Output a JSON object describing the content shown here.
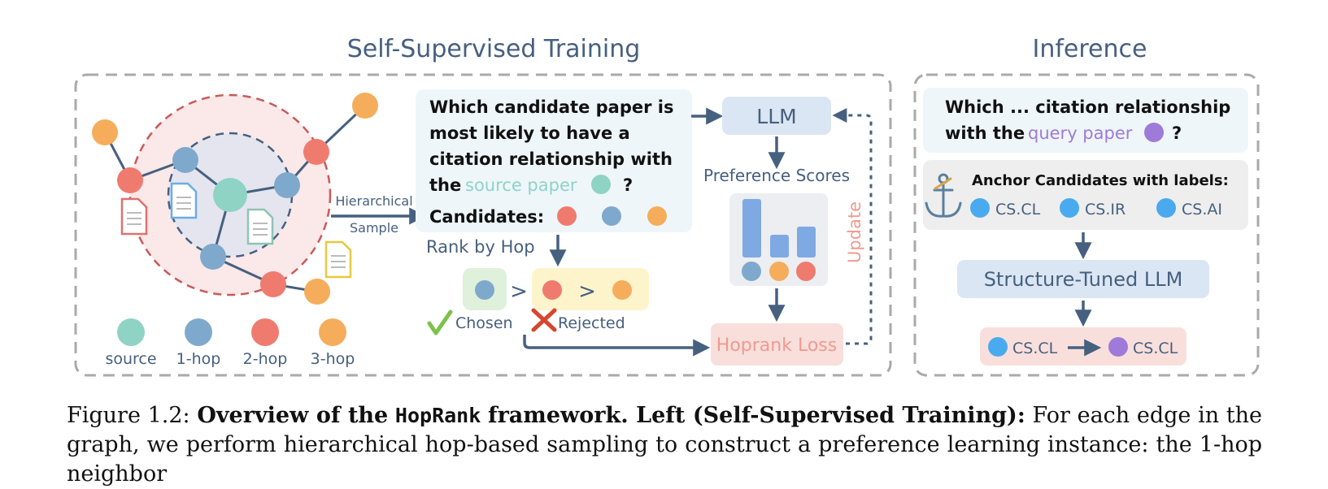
{
  "sections": {
    "training_title": "Self-Supervised Training",
    "inference_title": "Inference"
  },
  "graph": {
    "edge_label_1": "Hierarchical",
    "edge_label_2": "Sample",
    "legend": [
      "source",
      "1-hop",
      "2-hop",
      "3-hop"
    ]
  },
  "prompt": {
    "line1": "Which candidate paper is",
    "line2": "most likely to have a",
    "line3": "citation relationship with",
    "line4_prefix": "the",
    "line4_highlight": "source paper",
    "line4_suffix": "?",
    "candidates_label": "Candidates:"
  },
  "ranking": {
    "rank_label": "Rank by Hop",
    "gt_symbol": ">",
    "chosen_label": "Chosen",
    "rejected_label": "Rejected"
  },
  "llm": {
    "llm_label": "LLM",
    "scores_label": "Preference Scores",
    "update_label": "Update",
    "loss_label": "Hoprank Loss"
  },
  "inference": {
    "query_line1": "Which ... citation relationship",
    "query_line2_prefix": "with the",
    "query_line2_highlight": "query paper",
    "query_line2_suffix": "?",
    "anchor_title": "Anchor Candidates with labels:",
    "anchor_labels": [
      "CS.CL",
      "CS.IR",
      "CS.AI"
    ],
    "tuned_llm_label": "Structure-Tuned LLM",
    "result_from": "CS.CL",
    "result_to": "CS.CL"
  },
  "caption": {
    "label": "Figure 1.2:",
    "bold_part1": "Overview of the",
    "mono": "HopRank",
    "bold_part2": "framework. Left (Self-Supervised Training):",
    "rest": "For each edge in the graph, we perform hierarchical hop-based sampling to construct a preference learning instance: the 1-hop neighbor"
  },
  "colors": {
    "navy": "#46607f",
    "source": "#8fd3c4",
    "hop1": "#7fa9cc",
    "hop2": "#ef7b6f",
    "hop3": "#f5ad5b",
    "label_blue": "#4aaaf0",
    "query_purple": "#a07ad8",
    "loss_text": "#f09a90"
  }
}
